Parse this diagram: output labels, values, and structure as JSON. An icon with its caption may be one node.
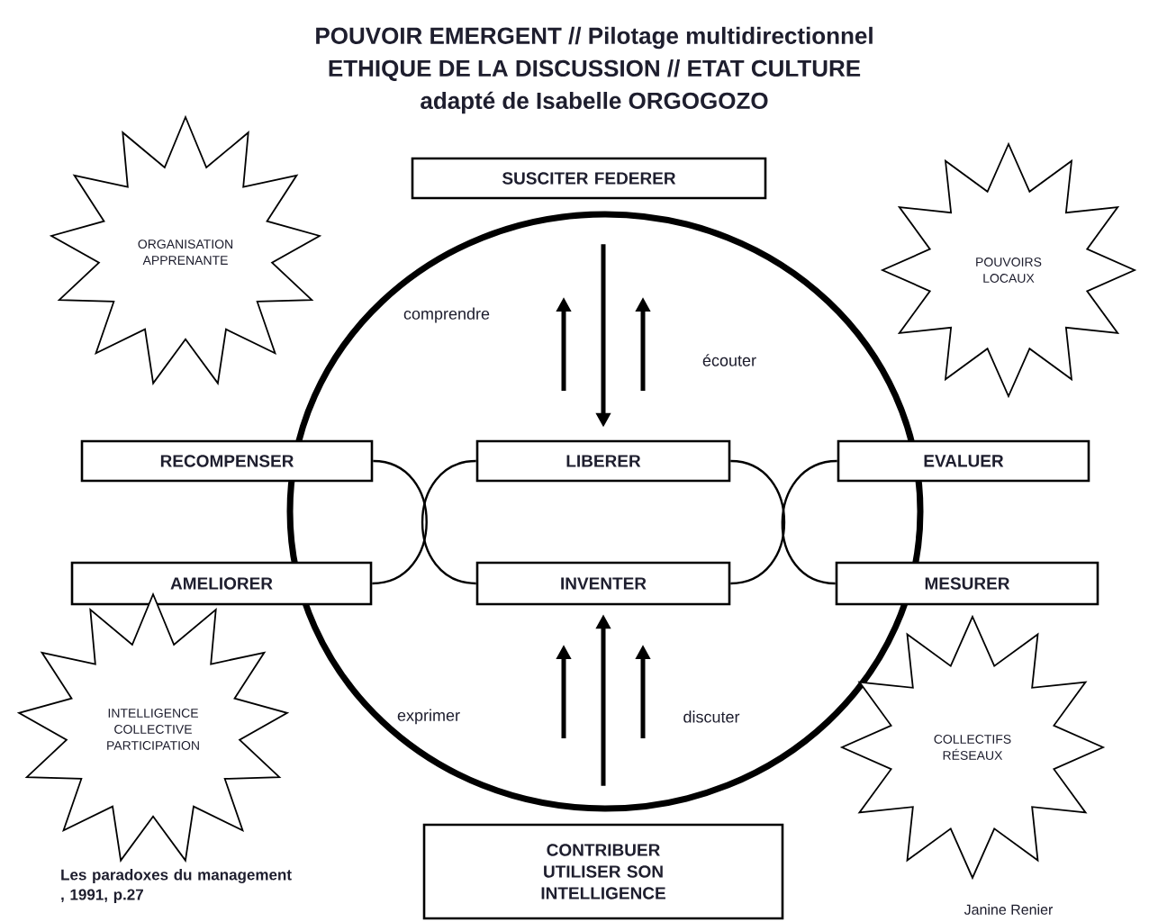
{
  "diagram": {
    "title": "POUVOIR EMERGENT // Pilotage multidirectionnel",
    "nodes": [
      {
        "text": [
          "SUSCITER FEDERER"
        ]
      },
      {
        "text": [
          "RECOMPENSER"
        ]
      },
      {
        "text": [
          "LIBERER"
        ]
      },
      {
        "text": [
          "EVALUER"
        ]
      },
      {
        "text": [
          "AMELIORER"
        ]
      },
      {
        "text": [
          "INVENTER"
        ]
      },
      {
        "text": [
          "MESURER"
        ]
      },
      {
        "text": [
          "CONTRIBUER UTILISER SON INTELLIGENCE"
        ]
      },
      {
        "text": [
          "ORGANISATION APPRENANTE"
        ]
      },
      {
        "text": [
          "POUVOIRS LOCAUX"
        ]
      },
      {
        "text": [
          "INTELLIGENCE COLLECTIVE PARTICIPATION"
        ]
      },
      {
        "text": [
          "COLLECTIFS RÉSEAUX"
        ]
      }
    ],
    "edges": [
      {
        "from": 0,
        "to": 2,
        "arrow": "to"
      },
      {
        "from": 7,
        "to": 5,
        "arrow": "to"
      },
      {
        "from": 1,
        "to": 4,
        "arrow": "none"
      },
      {
        "from": 2,
        "to": 5,
        "arrow": "none"
      },
      {
        "from": 2,
        "to": 5,
        "arrow": "none"
      },
      {
        "from": 3,
        "to": 6,
        "arrow": "none"
      }
    ],
    "labels": [
      "ETHIQUE DE LA DISCUSSION // ETAT CULTURE",
      "adapté de Isabelle ORGOGOZO",
      "comprendre",
      "écouter",
      "exprimer",
      "discuter",
      "Les paradoxes du management , 1991, p.27",
      "Janine Renier"
    ]
  }
}
